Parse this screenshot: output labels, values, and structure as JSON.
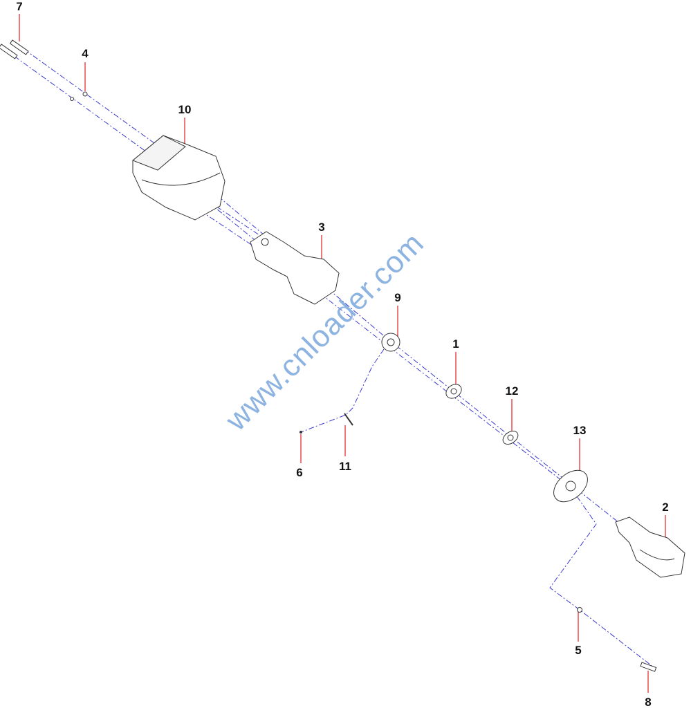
{
  "diagram": {
    "watermark": "www.cnloader.com",
    "callouts": [
      {
        "id": "7",
        "text": "7"
      },
      {
        "id": "4",
        "text": "4"
      },
      {
        "id": "10",
        "text": "10"
      },
      {
        "id": "3",
        "text": "3"
      },
      {
        "id": "9",
        "text": "9"
      },
      {
        "id": "1",
        "text": "1"
      },
      {
        "id": "12",
        "text": "12"
      },
      {
        "id": "13",
        "text": "13"
      },
      {
        "id": "2",
        "text": "2"
      },
      {
        "id": "6",
        "text": "6"
      },
      {
        "id": "11",
        "text": "11"
      },
      {
        "id": "5",
        "text": "5"
      },
      {
        "id": "8",
        "text": "8"
      }
    ],
    "colors": {
      "leader": "#e02020",
      "axis": "#3a3ad0",
      "outline": "#333333",
      "watermark": "#7aa6dc"
    }
  }
}
